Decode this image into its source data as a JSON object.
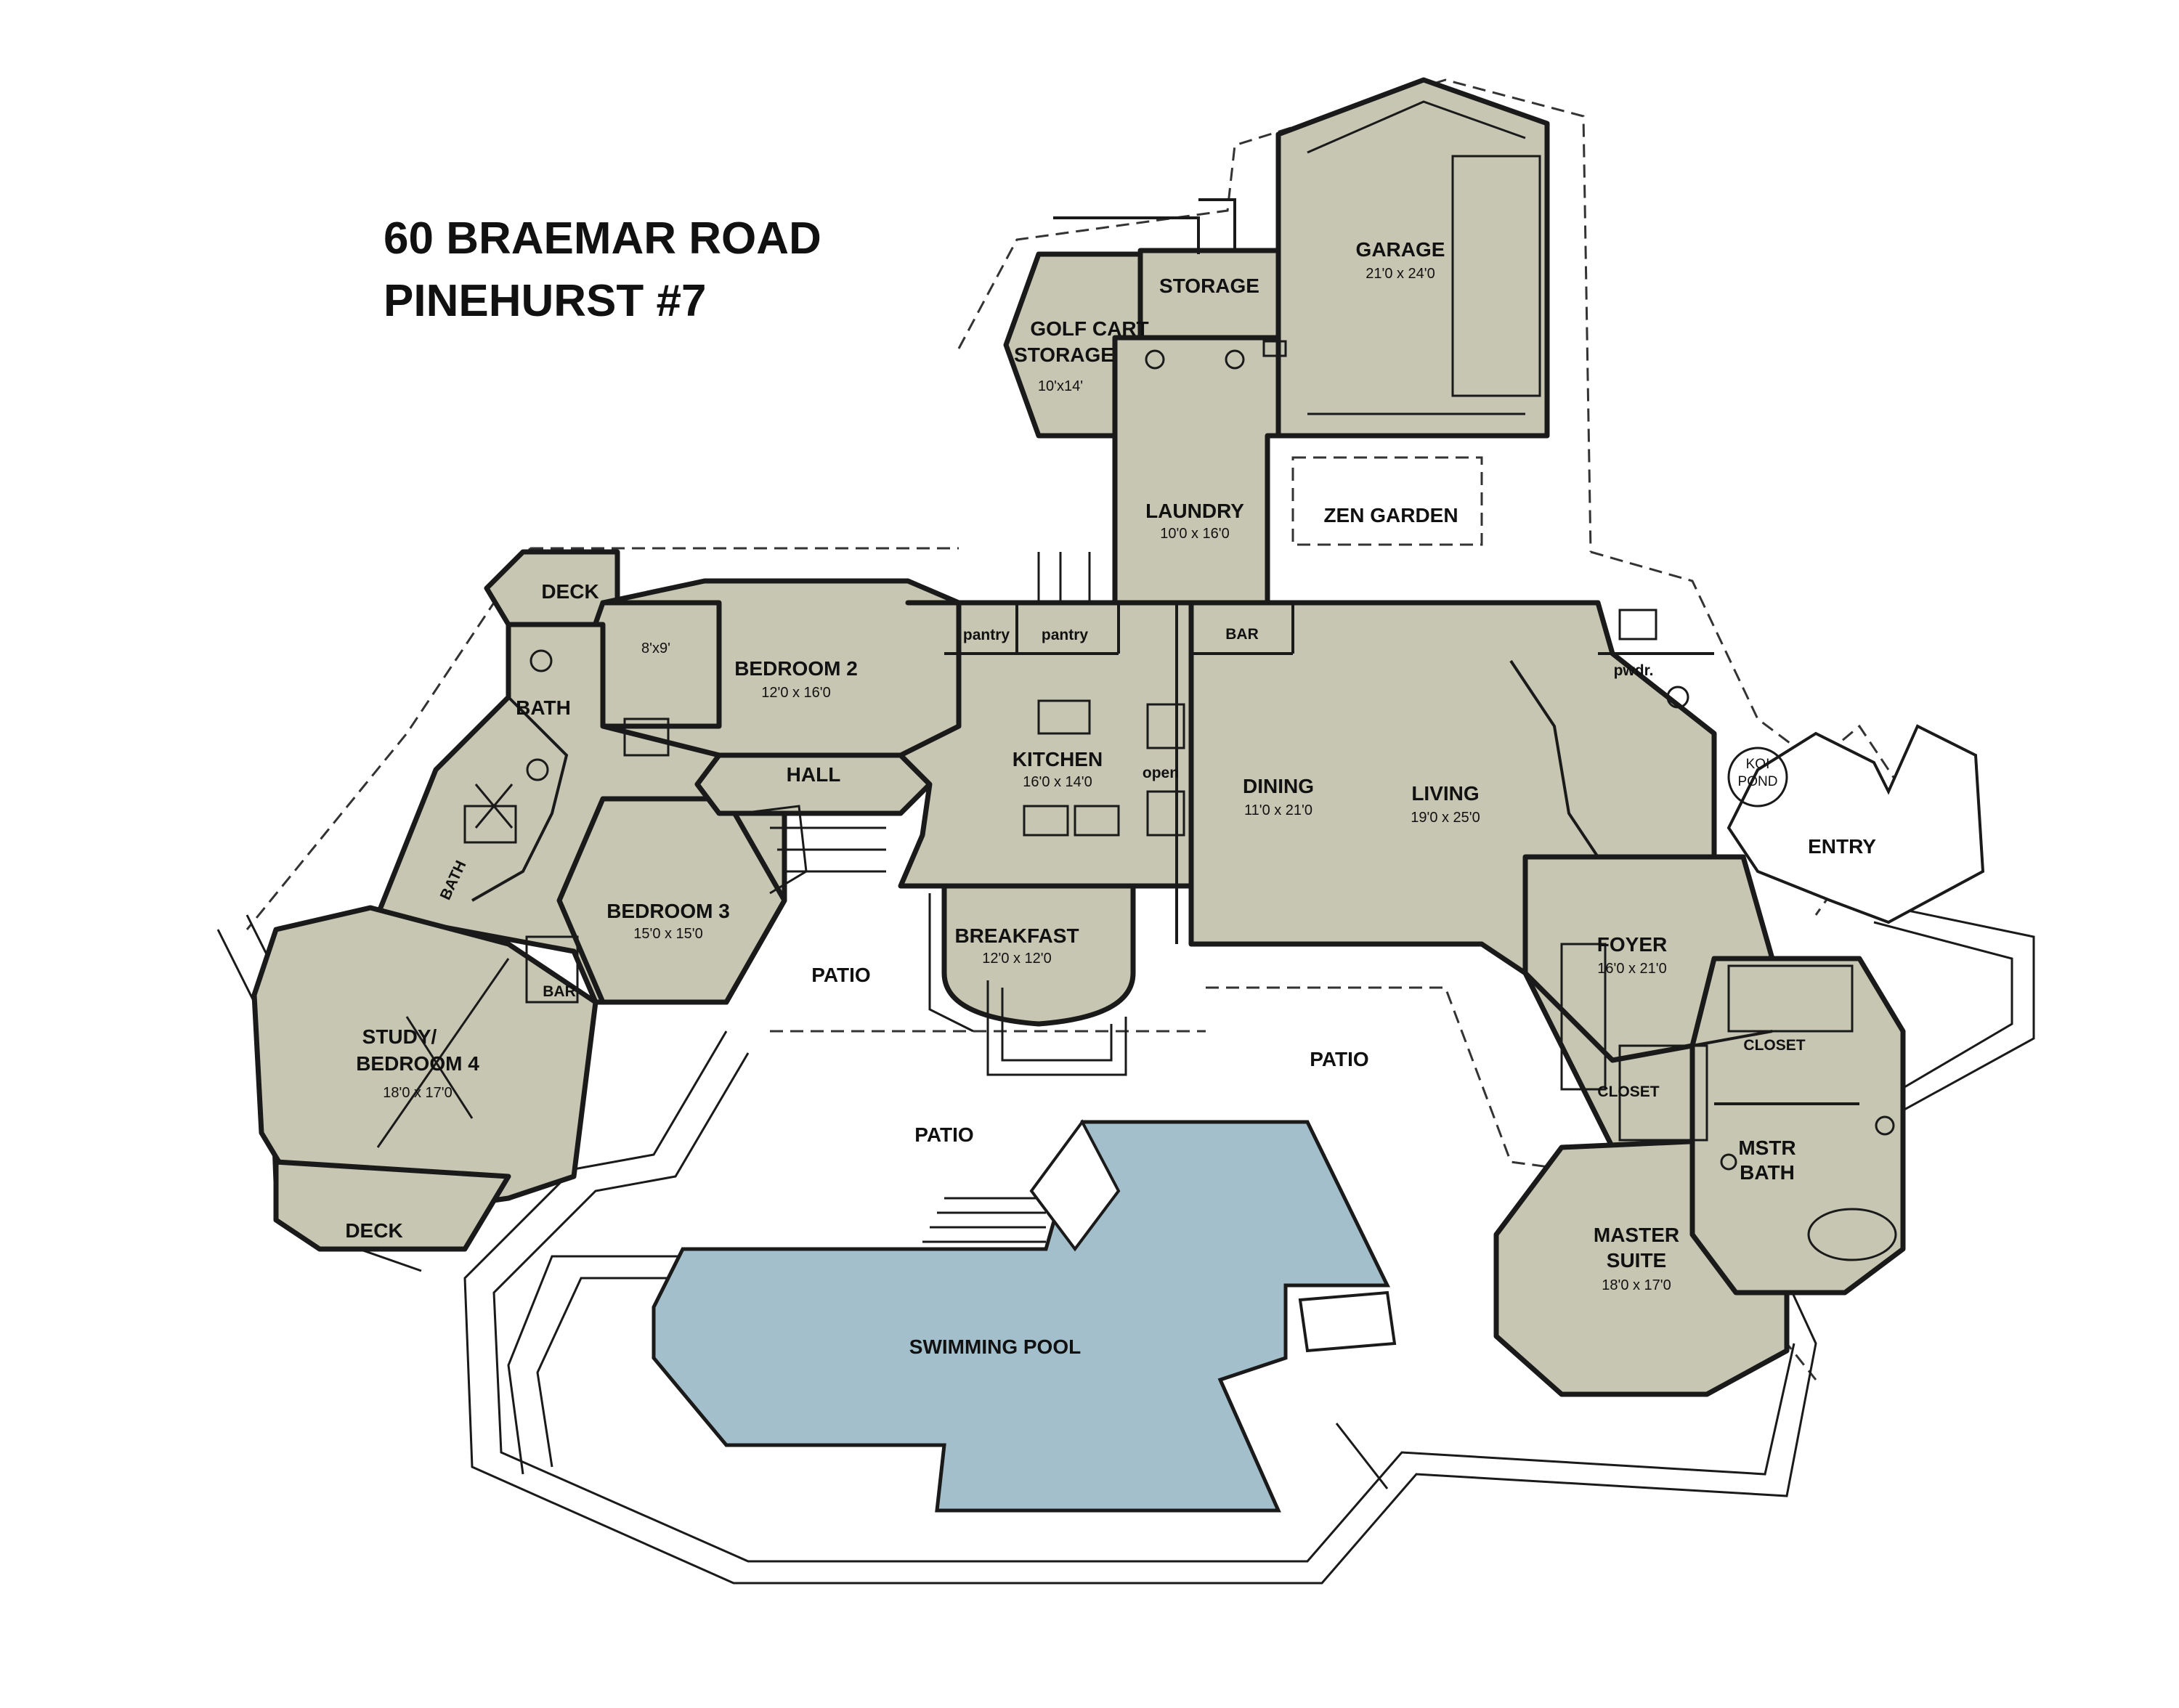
{
  "header": {
    "address": "60 BRAEMAR ROAD",
    "subdivision": "PINEHURST #7"
  },
  "rooms": {
    "garage": {
      "name": "GARAGE",
      "size": "21'0 x 24'0"
    },
    "storage": {
      "name": "STORAGE"
    },
    "golf_cart": {
      "name_line1": "GOLF CART",
      "name_line2": "STORAGE",
      "size": "10'x14'"
    },
    "laundry": {
      "name": "LAUNDRY",
      "size": "10'0 x 16'0"
    },
    "zen_garden": {
      "name": "ZEN GARDEN"
    },
    "deck_top": {
      "name": "DECK"
    },
    "small_room": {
      "size": "8'x9'"
    },
    "bath": {
      "name": "BATH"
    },
    "bedroom2": {
      "name": "BEDROOM 2",
      "size": "12'0 x 16'0"
    },
    "hall": {
      "name": "HALL"
    },
    "pantry1": {
      "name": "pantry"
    },
    "pantry2": {
      "name": "pantry"
    },
    "kitchen": {
      "name": "KITCHEN",
      "size": "16'0 x 14'0"
    },
    "open": {
      "name": "open"
    },
    "bar_top": {
      "name": "BAR"
    },
    "dining": {
      "name": "DINING",
      "size": "11'0 x 21'0"
    },
    "living": {
      "name": "LIVING",
      "size": "19'0 x 25'0"
    },
    "powder": {
      "name": "pwdr."
    },
    "koi_pond": {
      "line1": "KOI",
      "line2": "POND"
    },
    "entry": {
      "name": "ENTRY"
    },
    "bath2": {
      "name": "BATH"
    },
    "bedroom3": {
      "name": "BEDROOM 3",
      "size": "15'0 x 15'0"
    },
    "bar_left": {
      "name": "BAR"
    },
    "study": {
      "name_line1": "STUDY/",
      "name_line2": "BEDROOM 4",
      "size": "18'0 x 17'0"
    },
    "deck_bottom": {
      "name": "DECK"
    },
    "breakfast": {
      "name": "BREAKFAST",
      "size": "12'0 x 12'0"
    },
    "patio_left": {
      "name": "PATIO"
    },
    "patio_center": {
      "name": "PATIO"
    },
    "patio_right": {
      "name": "PATIO"
    },
    "foyer": {
      "name": "FOYER",
      "size": "16'0 x 21'0"
    },
    "closet1": {
      "name": "CLOSET"
    },
    "closet2": {
      "name": "CLOSET"
    },
    "mstr_bath": {
      "line1": "MSTR",
      "line2": "BATH"
    },
    "master_suite": {
      "line1": "MASTER",
      "line2": "SUITE",
      "size": "18'0 x 17'0"
    },
    "pool": {
      "name": "SWIMMING POOL"
    }
  },
  "colors": {
    "room_fill": "#c7c6b3",
    "pool_fill": "#a3bfcc",
    "line": "#1a1a1a"
  }
}
